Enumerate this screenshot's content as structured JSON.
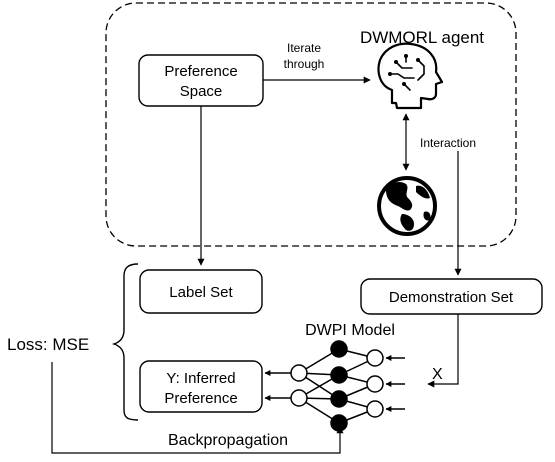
{
  "diagram": {
    "boxes": {
      "preference_space": [
        "Preference",
        "Space"
      ],
      "label_set": "Label Set",
      "demonstration_set": "Demonstration Set",
      "inferred_preference": [
        "Y: Inferred",
        "Preference"
      ]
    },
    "labels": {
      "agent": "DWMORL agent",
      "iterate": [
        "Iterate",
        "through"
      ],
      "interaction": "Interaction",
      "model": "DWPI Model",
      "loss": "Loss: MSE",
      "x": "X",
      "backprop": "Backpropagation"
    },
    "icons": [
      "brain-circuit-icon",
      "globe-icon"
    ]
  }
}
